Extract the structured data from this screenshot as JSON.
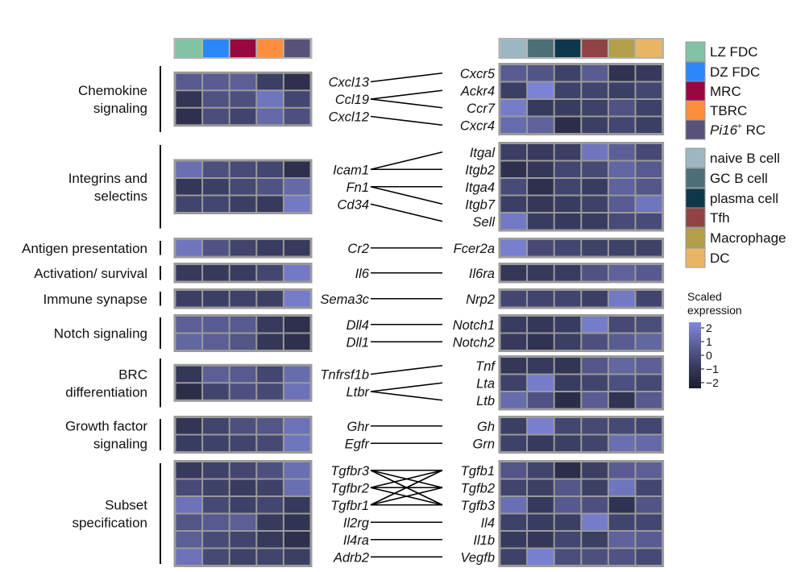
{
  "chart_data": {
    "type": "heatmap",
    "scale": {
      "title_line1": "Scaled",
      "title_line2": "expression",
      "ticks": [
        "2",
        "1",
        "0",
        "−1",
        "−2"
      ],
      "range": [
        -2,
        2
      ],
      "colors": [
        "#1c1d2e",
        "#3a3d62",
        "#5b5e94",
        "#8189e0"
      ]
    },
    "stromal": {
      "headers": [
        {
          "name": "LZ FDC",
          "color": "#82c3a6"
        },
        {
          "name": "DZ FDC",
          "color": "#2b87f7"
        },
        {
          "name": "MRC",
          "color": "#98073f"
        },
        {
          "name": "TBRC",
          "color": "#fc8e3d"
        },
        {
          "name": "Pi16",
          "name_suffix": "+",
          "name_rest": " RC",
          "color": "#585279"
        }
      ]
    },
    "immune": {
      "headers": [
        {
          "name": "naive B cell",
          "color": "#9cb7c3"
        },
        {
          "name": "GC B cell",
          "color": "#4c6f77"
        },
        {
          "name": "plasma cell",
          "color": "#0f374b"
        },
        {
          "name": "Tfh",
          "color": "#8f4443"
        },
        {
          "name": "Macrophage",
          "color": "#b1a049"
        },
        {
          "name": "DC",
          "color": "#e9b565"
        }
      ]
    },
    "groups": [
      {
        "label": [
          "Chemokine",
          "signaling"
        ],
        "left_genes": [
          "Cxcl13",
          "Ccl19",
          "Cxcl12"
        ],
        "right_genes": [
          "Cxcr5",
          "Ackr4",
          "Ccr7",
          "Cxcr4"
        ],
        "links": [
          [
            0,
            0
          ],
          [
            1,
            1
          ],
          [
            1,
            2
          ],
          [
            2,
            3
          ]
        ],
        "left_values": [
          [
            0.5,
            0.6,
            0.7,
            -0.6,
            -1.2
          ],
          [
            -1.0,
            0.2,
            0.1,
            1.4,
            -0.3
          ],
          [
            -1.2,
            0.0,
            -0.4,
            1.0,
            0.1
          ]
        ],
        "right_values": [
          [
            0.6,
            0.3,
            -0.5,
            0.6,
            -1.1,
            -0.8
          ],
          [
            -0.6,
            1.8,
            -0.5,
            -0.4,
            -0.6,
            -0.3
          ],
          [
            1.6,
            -0.8,
            -0.7,
            -0.5,
            0.2,
            -0.5
          ],
          [
            1.1,
            0.8,
            -1.3,
            -0.6,
            -0.3,
            -0.6
          ]
        ]
      },
      {
        "label": [
          "Integrins and",
          "selectins"
        ],
        "left_genes": [
          "Icam1",
          "Fn1",
          "Cd34"
        ],
        "right_genes": [
          "Itgal",
          "Itgb2",
          "Itga4",
          "Itgb7",
          "Sell"
        ],
        "links": [
          [
            0,
            0
          ],
          [
            0,
            1
          ],
          [
            1,
            2
          ],
          [
            1,
            3
          ],
          [
            2,
            4
          ]
        ],
        "left_values": [
          [
            1.2,
            0.1,
            -0.1,
            -0.3,
            -1.2
          ],
          [
            -0.9,
            -0.6,
            -0.2,
            0.2,
            1.0
          ],
          [
            -0.4,
            -0.3,
            -0.6,
            -0.8,
            1.5
          ]
        ],
        "right_values": [
          [
            -0.6,
            -0.8,
            -0.6,
            1.4,
            0.7,
            -0.2
          ],
          [
            -1.2,
            -0.9,
            -0.3,
            -0.2,
            0.9,
            0.5
          ],
          [
            -0.1,
            -1.2,
            -0.4,
            -0.7,
            0.8,
            0.4
          ],
          [
            -0.6,
            -0.9,
            -0.7,
            -0.5,
            0.6,
            1.4
          ],
          [
            1.5,
            -0.7,
            -0.8,
            -0.7,
            -0.1,
            -0.1
          ]
        ]
      },
      {
        "label": [
          "Antigen presentation"
        ],
        "left_genes": [
          "Cr2"
        ],
        "right_genes": [
          "Fcer2a"
        ],
        "links": [
          [
            0,
            0
          ]
        ],
        "left_values": [
          [
            1.4,
            0.2,
            -0.4,
            -0.7,
            -0.8
          ]
        ],
        "right_values": [
          [
            1.7,
            -0.2,
            -0.3,
            -0.5,
            -0.5,
            -0.5
          ]
        ]
      },
      {
        "label": [
          "Activation/ survival"
        ],
        "left_genes": [
          "Il6"
        ],
        "right_genes": [
          "Il6ra"
        ],
        "links": [
          [
            0,
            0
          ]
        ],
        "left_values": [
          [
            -0.8,
            -0.8,
            -0.7,
            -0.3,
            1.5
          ]
        ],
        "right_values": [
          [
            -0.9,
            -0.8,
            -0.7,
            0.2,
            0.8,
            0.5
          ]
        ]
      },
      {
        "label": [
          "Immune synapse"
        ],
        "left_genes": [
          "Sema3c"
        ],
        "right_genes": [
          "Nrp2"
        ],
        "links": [
          [
            0,
            0
          ]
        ],
        "left_values": [
          [
            -0.6,
            -0.6,
            -0.5,
            -0.6,
            1.6
          ]
        ],
        "right_values": [
          [
            -0.3,
            -0.4,
            -0.4,
            -0.6,
            1.5,
            -0.4
          ]
        ]
      },
      {
        "label": [
          "Notch signaling"
        ],
        "left_genes": [
          "Dll4",
          "Dll1"
        ],
        "right_genes": [
          "Notch1",
          "Notch2"
        ],
        "links": [
          [
            0,
            0
          ],
          [
            1,
            1
          ]
        ],
        "left_values": [
          [
            0.7,
            0.6,
            0.5,
            -0.8,
            -1.2
          ],
          [
            0.9,
            0.7,
            0.3,
            -0.9,
            -1.2
          ]
        ],
        "right_values": [
          [
            -0.7,
            -0.9,
            -0.7,
            1.6,
            -0.2,
            0.0
          ],
          [
            -0.8,
            -1.1,
            -0.6,
            0.1,
            0.6,
            0.9
          ]
        ]
      },
      {
        "label": [
          "BRC",
          "differentiation"
        ],
        "left_genes": [
          "Tnfrsf1b",
          "Ltbr"
        ],
        "right_genes": [
          "Tnf",
          "Lta",
          "Ltb"
        ],
        "links": [
          [
            0,
            0
          ],
          [
            1,
            1
          ],
          [
            1,
            2
          ]
        ],
        "left_values": [
          [
            -0.9,
            0.7,
            0.5,
            -0.3,
            1.1
          ],
          [
            -1.3,
            -0.4,
            0.1,
            -0.2,
            1.3
          ]
        ],
        "right_values": [
          [
            -0.9,
            -0.8,
            -1.0,
            0.4,
            0.9,
            0.7
          ],
          [
            -0.5,
            1.6,
            -0.7,
            -0.4,
            0.1,
            -0.2
          ],
          [
            1.1,
            0.2,
            -1.3,
            0.6,
            -1.1,
            0.5
          ]
        ]
      },
      {
        "label": [
          "Growth factor",
          "signaling"
        ],
        "left_genes": [
          "Ghr",
          "Egfr"
        ],
        "right_genes": [
          "Gh",
          "Grn"
        ],
        "links": [
          [
            0,
            0
          ],
          [
            1,
            1
          ]
        ],
        "left_values": [
          [
            -1.0,
            -0.4,
            0.1,
            0.3,
            1.3
          ],
          [
            -0.7,
            -0.5,
            -0.4,
            -0.2,
            1.4
          ]
        ],
        "right_values": [
          [
            -0.6,
            1.7,
            -0.3,
            -0.2,
            -0.2,
            -0.3
          ],
          [
            -0.5,
            -0.8,
            -0.6,
            -0.4,
            1.2,
            1.0
          ]
        ]
      },
      {
        "label": [
          "Subset",
          "specification"
        ],
        "left_genes": [
          "Tgfbr3",
          "Tgfbr2",
          "Tgfbr1",
          "Il2rg",
          "Il4ra",
          "Adrb2"
        ],
        "right_genes": [
          "Tgfb1",
          "Tgfb2",
          "Tgfb3",
          "Il4",
          "Il1b",
          "Vegfb"
        ],
        "links": [
          [
            0,
            0
          ],
          [
            0,
            1
          ],
          [
            0,
            2
          ],
          [
            1,
            0
          ],
          [
            1,
            1
          ],
          [
            1,
            2
          ],
          [
            2,
            0
          ],
          [
            2,
            1
          ],
          [
            2,
            2
          ],
          [
            3,
            3
          ],
          [
            4,
            4
          ],
          [
            5,
            5
          ]
        ],
        "left_values": [
          [
            -0.8,
            -0.5,
            -0.3,
            0.1,
            1.2
          ],
          [
            -0.1,
            -0.5,
            -0.7,
            -0.5,
            1.2
          ],
          [
            1.3,
            -0.2,
            -0.5,
            -0.3,
            -0.8
          ],
          [
            0.3,
            0.5,
            0.7,
            -0.8,
            -1.1
          ],
          [
            0.7,
            -0.1,
            -0.4,
            -0.8,
            -1.2
          ],
          [
            1.3,
            -0.2,
            -0.5,
            -0.4,
            -0.6
          ]
        ],
        "right_values": [
          [
            0.3,
            -0.4,
            -1.3,
            -0.6,
            0.6,
            0.7
          ],
          [
            -0.4,
            -0.6,
            0.4,
            -0.6,
            1.4,
            -0.3
          ],
          [
            1.2,
            -0.8,
            0.5,
            0.1,
            -1.1,
            0.3
          ],
          [
            -0.5,
            -0.7,
            -0.6,
            1.6,
            -0.4,
            -0.3
          ],
          [
            -0.8,
            -0.9,
            -0.3,
            -0.6,
            0.8,
            0.6
          ],
          [
            -0.5,
            1.7,
            0.0,
            0.1,
            0.2,
            -0.2
          ]
        ]
      }
    ]
  }
}
